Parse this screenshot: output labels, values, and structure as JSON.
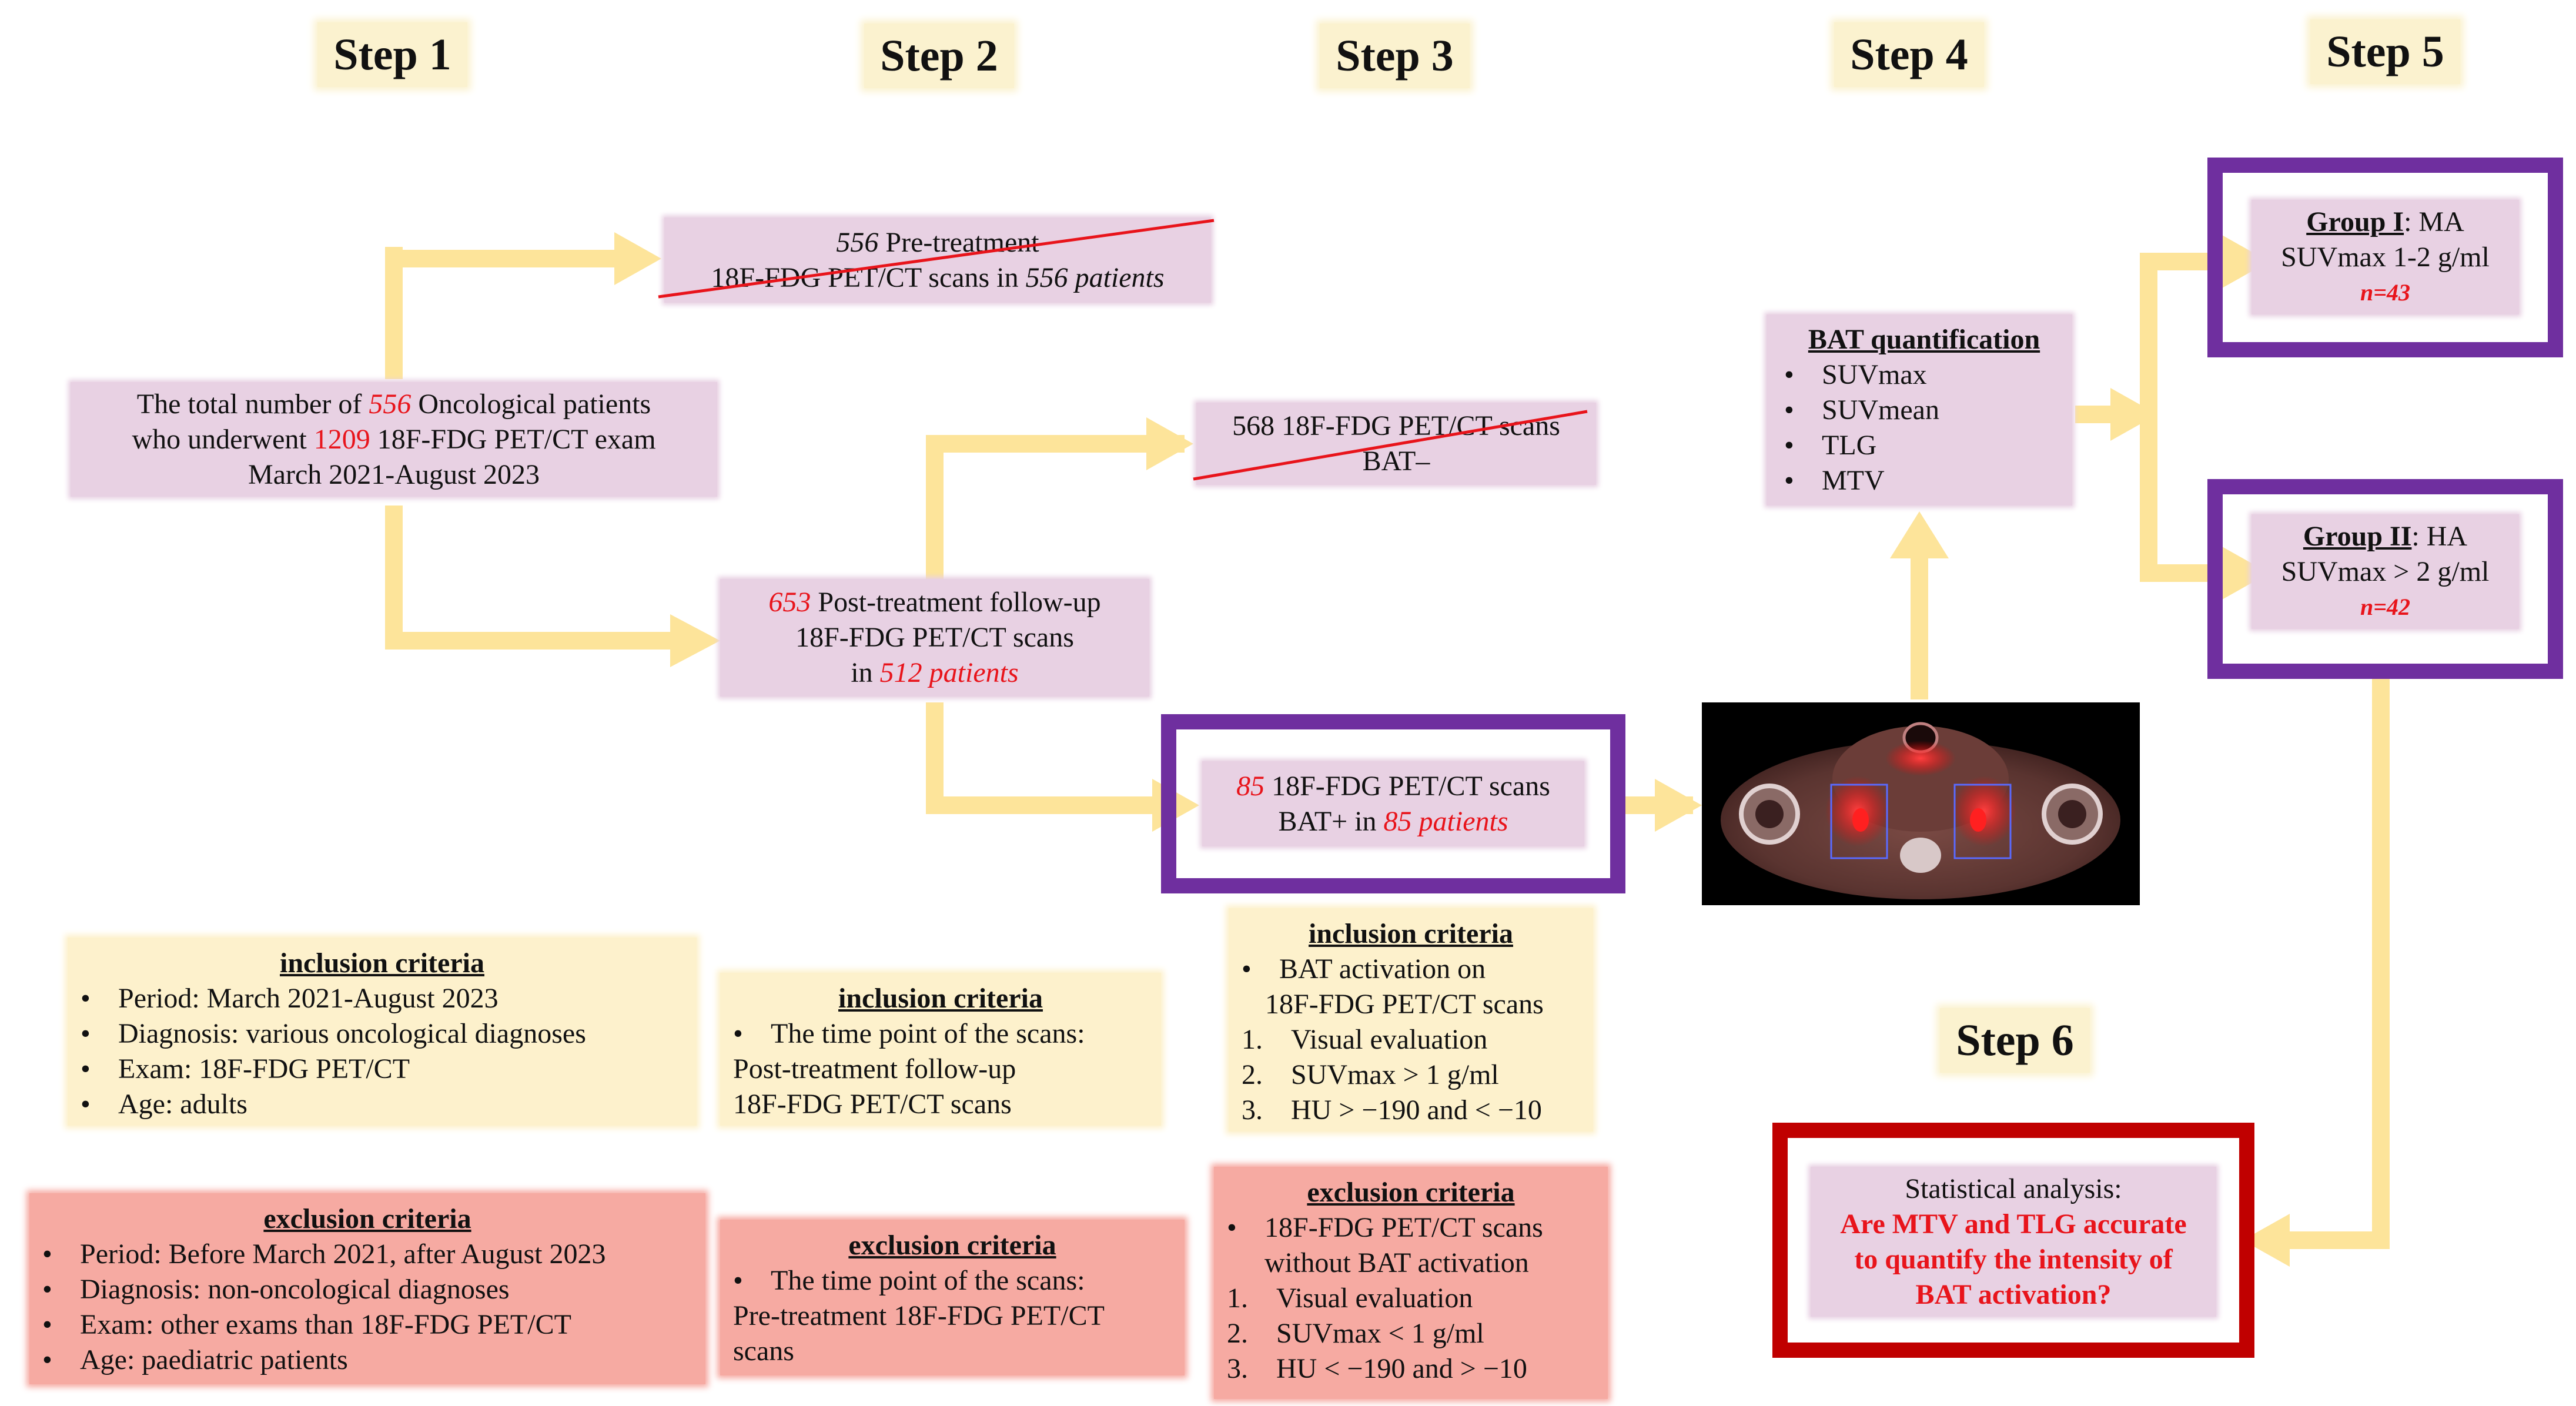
{
  "steps": [
    "Step 1",
    "Step 2",
    "Step 3",
    "Step 4",
    "Step 5",
    "Step 6"
  ],
  "pretreat": {
    "n1": "556",
    "t1": " Pre-treatment",
    "t2": "18F-FDG PET/CT scans in ",
    "n2": "556",
    "t3": " patients"
  },
  "total": {
    "t1": "The total number of ",
    "n1": "556",
    "t2": " Oncological patients",
    "t3": "who underwent ",
    "n2": "1209",
    "t4": " 18F-FDG PET/CT exam",
    "t5": "March 2021-August 2023"
  },
  "batneg": {
    "t1": "568 18F-FDG PET/CT scans",
    "t2": "BAT–"
  },
  "post": {
    "n1": "653",
    "t1": " Post-treatment follow-up",
    "t2": "18F-FDG PET/CT scans",
    "t3": "in ",
    "n2": "512",
    "t4": " patients"
  },
  "batpos": {
    "n1": "85",
    "t1": " 18F-FDG PET/CT scans",
    "t2": "BAT+ in ",
    "n2": "85",
    "t3": " patients"
  },
  "quant": {
    "title": "BAT quantification",
    "items": [
      "SUVmax",
      "SUVmean",
      "TLG",
      "MTV"
    ]
  },
  "group1": {
    "title": "Group I",
    "t1": ": MA",
    "t2": "SUVmax 1-2 g/ml",
    "n": "n=43"
  },
  "group2": {
    "title": "Group II",
    "t1": ": HA",
    "t2": "SUVmax > 2 g/ml",
    "n": "n=42"
  },
  "stat": {
    "t1": "Statistical analysis:",
    "q": [
      "Are MTV and TLG accurate",
      "to quantify the intensity of",
      "BAT activation?"
    ]
  },
  "inc1": {
    "title": "inclusion criteria",
    "items": [
      "Period: March 2021-August 2023",
      "Diagnosis: various oncological diagnoses",
      "Exam: 18F-FDG PET/CT",
      "Age: adults"
    ]
  },
  "exc1": {
    "title": "exclusion criteria",
    "items": [
      "Period: Before March 2021, after August 2023",
      "Diagnosis: non-oncological diagnoses",
      "Exam: other exams than 18F-FDG PET/CT",
      "Age: paediatric patients"
    ]
  },
  "inc2": {
    "title": "inclusion criteria",
    "b1": "The time point of the scans:",
    "l2": "Post-treatment follow-up",
    "l3": "18F-FDG PET/CT scans"
  },
  "exc2": {
    "title": "exclusion criteria",
    "b1": "The time point of the scans:",
    "l2": "Pre-treatment 18F-FDG PET/CT",
    "l3": "scans"
  },
  "inc3": {
    "title": "inclusion criteria",
    "b1a": "BAT activation on",
    "b1b": "18F-FDG PET/CT scans",
    "n": [
      "Visual evaluation",
      "SUVmax > 1 g/ml",
      "HU > −190 and < −10"
    ]
  },
  "exc3": {
    "title": "exclusion criteria",
    "b1a": "18F-FDG PET/CT scans",
    "b1b": "without BAT activation",
    "n": [
      "Visual evaluation",
      "SUVmax < 1 g/ml",
      "HU < −190 and > −10"
    ]
  },
  "colors": {
    "arrow": "#fde49a",
    "frame": "#6f2f9f",
    "frame_red": "#c00000",
    "box": "#e8d1e3",
    "highlight": "#e8141b"
  },
  "image": {
    "description_icon": "pet-ct-scan-image"
  }
}
